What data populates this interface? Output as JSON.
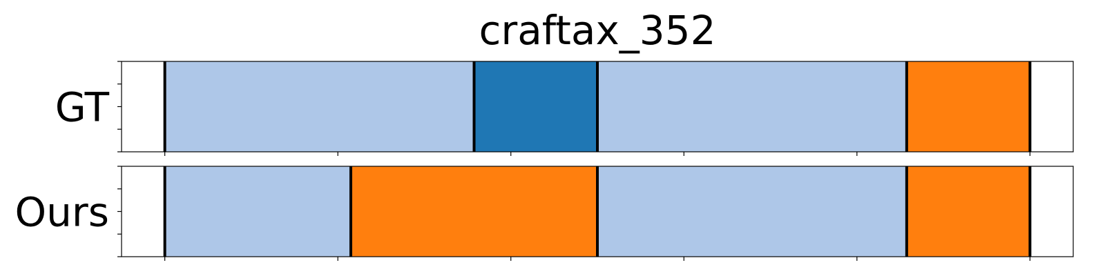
{
  "chart_data": {
    "type": "segmentation-timeline",
    "title": "craftax_352",
    "xlim": [
      0,
      110
    ],
    "x_ticks": [
      5,
      25,
      45,
      65,
      85,
      105
    ],
    "y_minor_ticks": 5,
    "rows": [
      {
        "label": "GT",
        "segments": [
          {
            "start": 5.0,
            "end": 40.75,
            "color": "#aec7e8"
          },
          {
            "start": 40.75,
            "end": 55.0,
            "color": "#1f77b4"
          },
          {
            "start": 55.0,
            "end": 90.75,
            "color": "#aec7e8"
          },
          {
            "start": 90.75,
            "end": 105.0,
            "color": "#ff7f0e"
          }
        ],
        "boundaries": [
          5.0,
          40.75,
          55.0,
          90.75,
          105.0
        ]
      },
      {
        "label": "Ours",
        "segments": [
          {
            "start": 5.0,
            "end": 26.5,
            "color": "#aec7e8"
          },
          {
            "start": 26.5,
            "end": 55.0,
            "color": "#ff7f0e"
          },
          {
            "start": 55.0,
            "end": 90.75,
            "color": "#aec7e8"
          },
          {
            "start": 90.75,
            "end": 105.0,
            "color": "#ff7f0e"
          }
        ],
        "boundaries": [
          5.0,
          26.5,
          55.0,
          90.75,
          105.0
        ]
      }
    ]
  }
}
